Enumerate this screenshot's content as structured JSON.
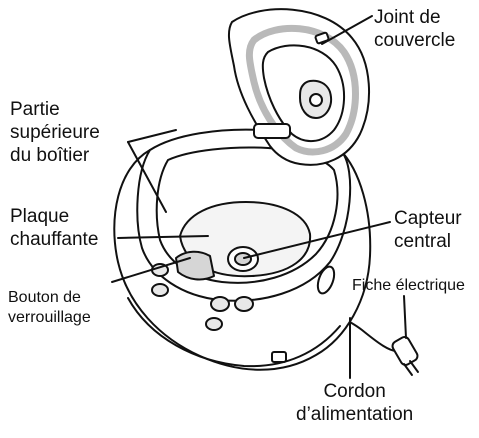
{
  "labels": {
    "lid_seal": [
      "Joint de",
      "couvercle"
    ],
    "upper_body": [
      "Partie",
      "supérieure",
      "du boîtier"
    ],
    "heating_plate": [
      "Plaque",
      "chauffante"
    ],
    "lock_button": [
      "Bouton de",
      "verrouillage"
    ],
    "center_sensor": [
      "Capteur",
      "central"
    ],
    "power_plug": "Fiche électrique",
    "power_cord": [
      "Cordon",
      "d’alimentation"
    ]
  },
  "colors": {
    "line": "#111111",
    "seal": "#b9b9b9",
    "shade": "#d6d6d6",
    "fill": "#ffffff"
  }
}
